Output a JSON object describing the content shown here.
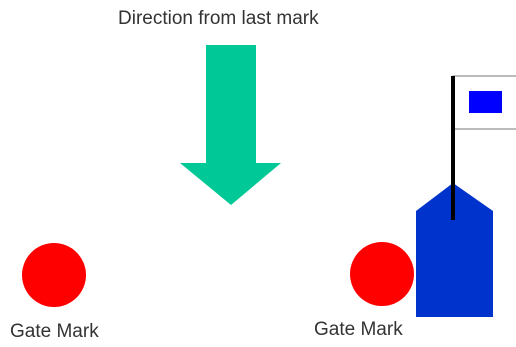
{
  "heading": "Direction from last mark",
  "gates": [
    {
      "label": "Gate Mark",
      "color": "#ff0000"
    },
    {
      "label": "Gate Mark",
      "color": "#ff0000"
    }
  ],
  "arrow": {
    "color": "#00c896",
    "icon": "down-arrow-icon"
  },
  "boat": {
    "hull_color": "#0033cc",
    "mast_color": "#000000",
    "flag_icon": "flag-icon",
    "flag_square_color": "#0000ff"
  }
}
